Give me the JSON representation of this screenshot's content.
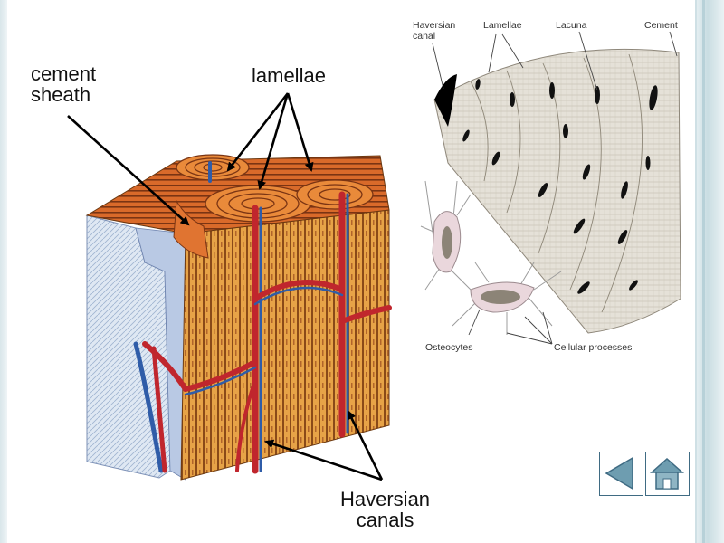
{
  "labels": {
    "cement_sheath": "cement\nsheath",
    "lamellae": "lamellae",
    "haversian_canals": "Haversian\ncanals",
    "micro_haversian_canal": "Haversian\ncanal",
    "micro_lamellae": "Lamellae",
    "micro_lacuna": "Lacuna",
    "micro_cement": "Cement",
    "micro_osteocytes": "Osteocytes",
    "micro_cellular_processes": "Cellular processes"
  },
  "navigation": {
    "back_icon": "triangle-left-icon",
    "home_icon": "house-icon"
  },
  "colors": {
    "nav_accent": "#5f8ea3",
    "bone_orange": "#d97a2e",
    "vessel_red": "#c0262d",
    "vessel_blue": "#2f5ca8"
  }
}
